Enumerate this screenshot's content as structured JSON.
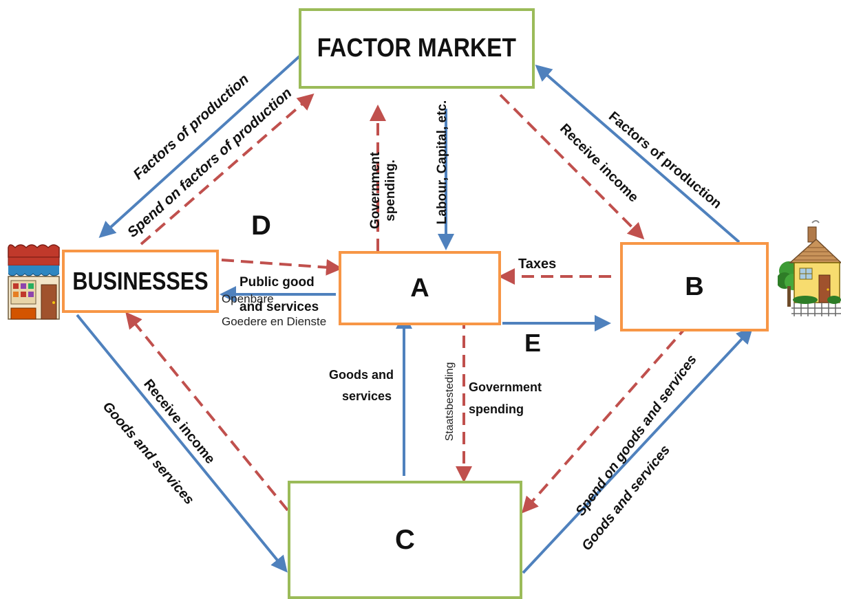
{
  "nodes": {
    "factor_market": "FACTOR MARKET",
    "businesses": "BUSINESSES",
    "a": "A",
    "b": "B",
    "c": "C"
  },
  "letters": {
    "d": "D",
    "e": "E"
  },
  "labels": {
    "factors_left": "Factors of production",
    "spend_factors": "Spend on factors of production",
    "gov_spending_up": "Government spending.",
    "labour_capital": "Labour, Capital, etc.",
    "receive_income_right": "Receive income",
    "factors_right": "Factors of production",
    "taxes": "Taxes",
    "public_good_1": "Public good",
    "public_good_2": "and services",
    "openbare": "Openbare",
    "goedere": "Goedere  en Dienste",
    "goods_services_center_1": "Goods and",
    "goods_services_center_2": "services",
    "staatsbesteding": "Staatsbesteding",
    "gov_spending_down_1": "Government",
    "gov_spending_down_2": "spending",
    "receive_income_left": "Receive income",
    "goods_services_left": "Goods and services",
    "spend_goods": "Spend on goods and services",
    "goods_services_right": "Goods and services"
  },
  "icons": {
    "shop": "shop-icon",
    "house": "house-icon"
  },
  "colors": {
    "flow_solid": "#4f81bd",
    "flow_dashed": "#c0504d",
    "box_green": "#9bbb59",
    "box_orange": "#f79646"
  }
}
